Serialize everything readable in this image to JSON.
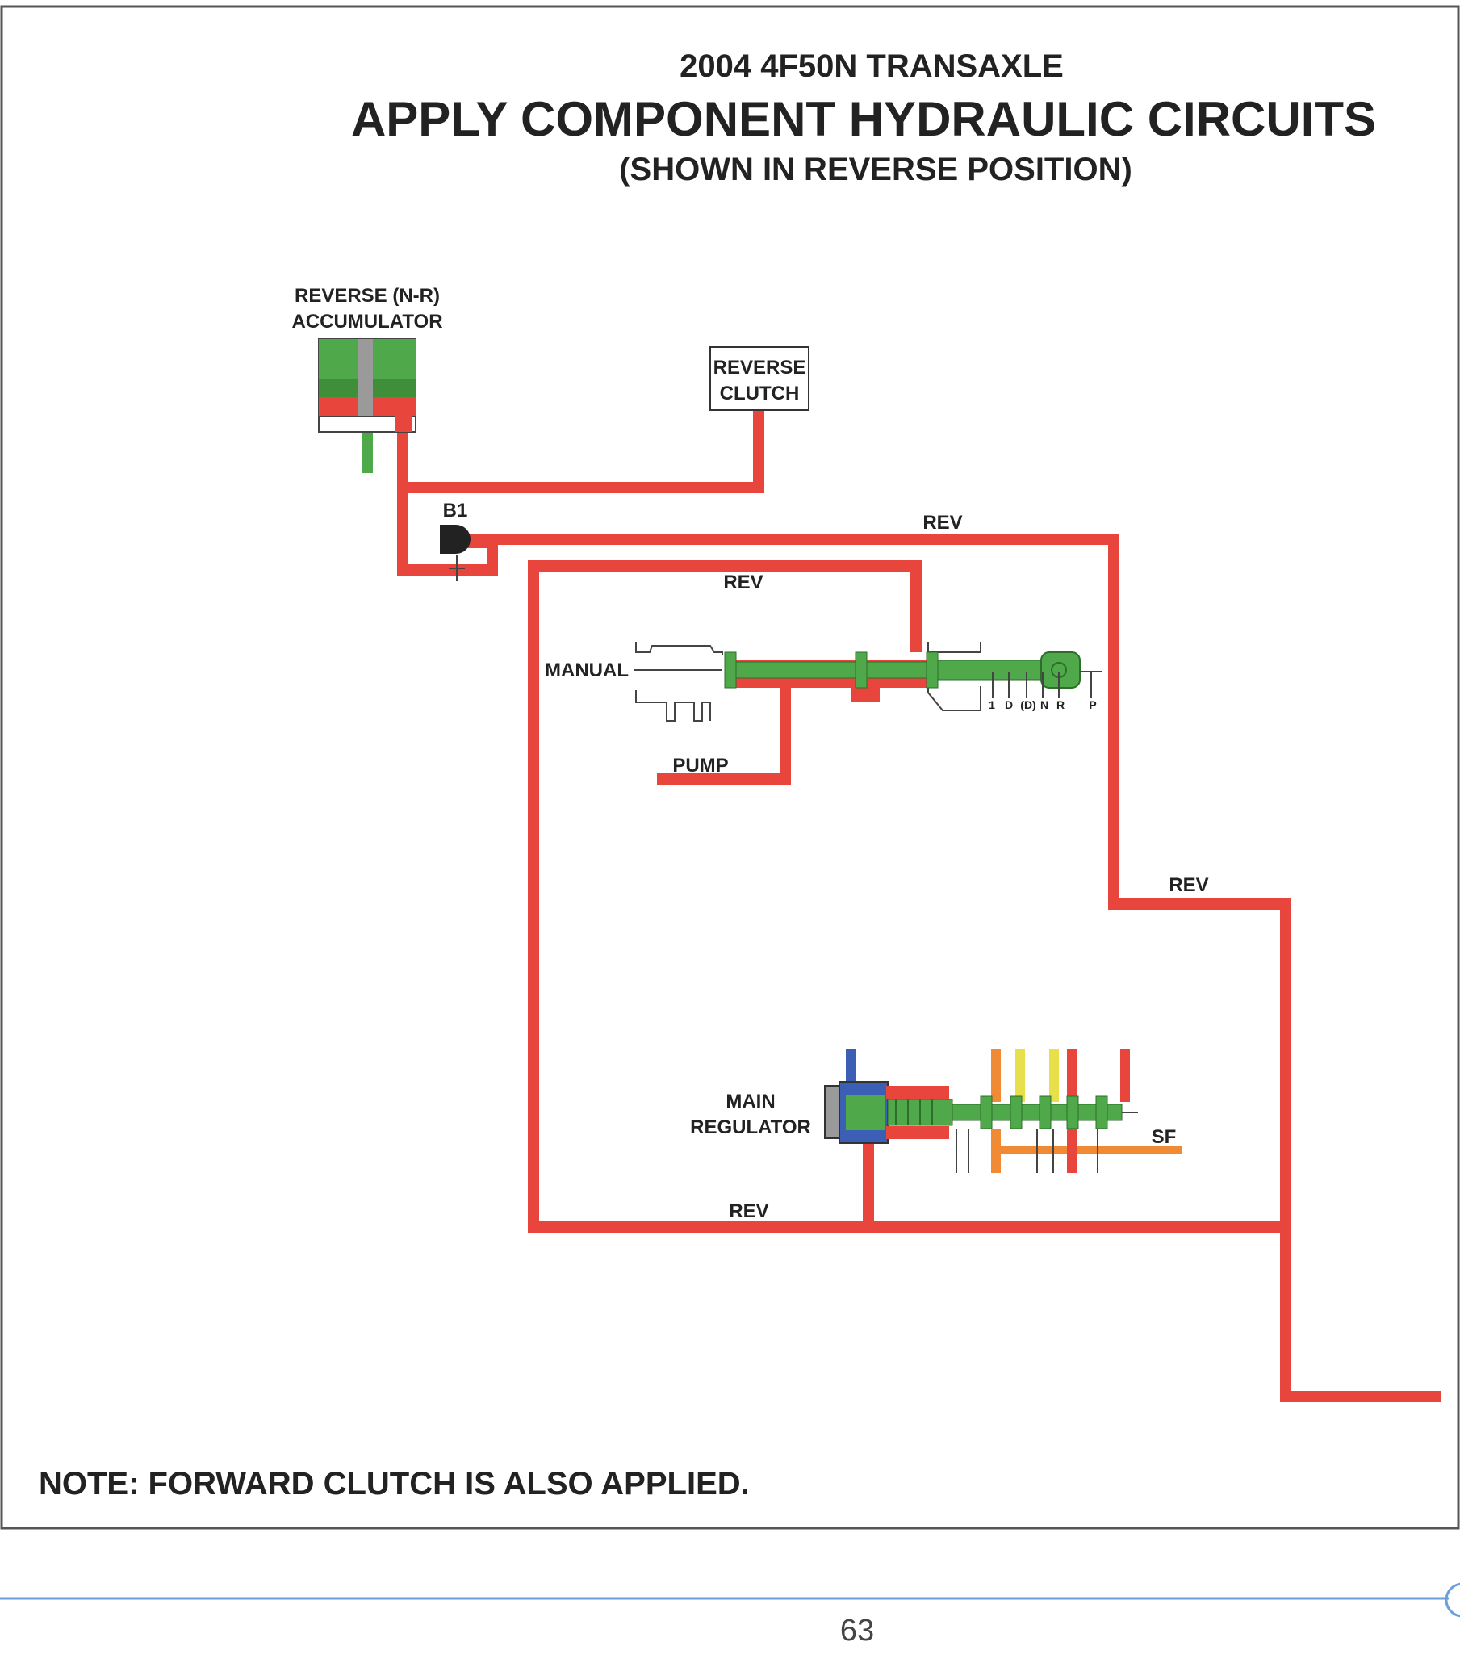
{
  "header": {
    "model": "2004 4F50N TRANSAXLE",
    "title": "APPLY COMPONENT HYDRAULIC CIRCUITS",
    "subtitle": "(SHOWN IN REVERSE POSITION)"
  },
  "components": {
    "accumulator_line1": "REVERSE (N-R)",
    "accumulator_line2": "ACCUMULATOR",
    "reverse_clutch_line1": "REVERSE",
    "reverse_clutch_line2": "CLUTCH",
    "ball": "B1",
    "manual": "MANUAL",
    "pump": "PUMP",
    "main_regulator_line1": "MAIN",
    "main_regulator_line2": "REGULATOR",
    "sf": "SF"
  },
  "circuits": {
    "rev_top": "REV",
    "rev_inner": "REV",
    "rev_right": "REV",
    "rev_bottom": "REV"
  },
  "gear_positions": [
    "1",
    "D",
    "(D)",
    "N",
    "R",
    "P"
  ],
  "note": "NOTE: FORWARD CLUTCH IS ALSO APPLIED.",
  "page_number": "63",
  "colors": {
    "reverse_oil": "#e8453c",
    "valve": "#4fa84a",
    "orange_oil": "#f08a35",
    "yellow_oil": "#e8e04a",
    "blue_oil": "#3a5fb5",
    "border": "#555555",
    "footer_rule": "#6a9fdc"
  }
}
